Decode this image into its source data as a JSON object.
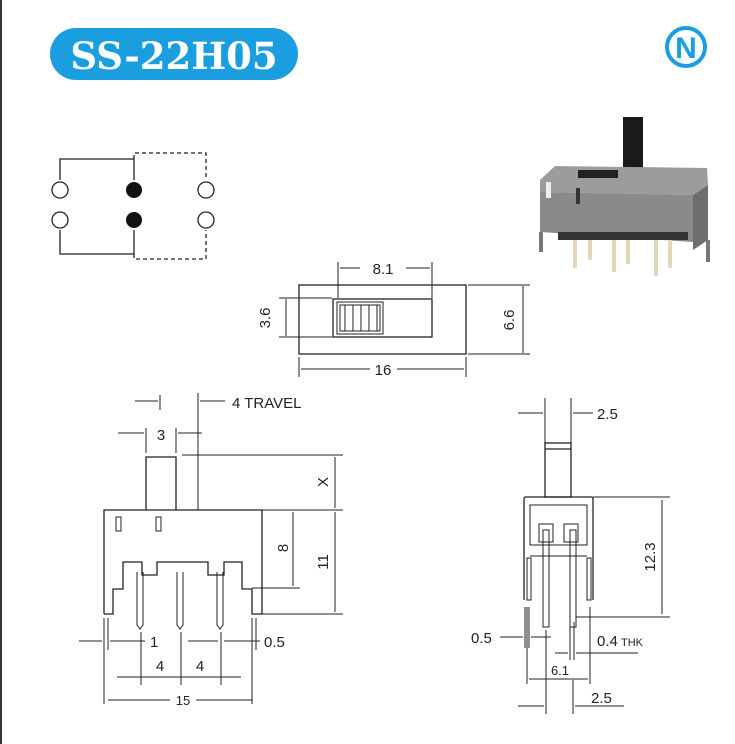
{
  "title": "SS-22H05",
  "brand_logo_letter": "N",
  "colors": {
    "accent": "#1a9ee0",
    "line": "#222222"
  },
  "top_view": {
    "width_16": "16",
    "height_6_6": "6.6",
    "slot_8_1": "8.1",
    "slot_3_6": "3.6"
  },
  "side_view": {
    "travel": "4 TRAVEL",
    "actuator_width": "3",
    "actuator_height": "X",
    "height_8": "8",
    "height_11": "11",
    "pin_width": "1",
    "thk": "0.5",
    "pitch_left": "4",
    "pitch_right": "4",
    "total_width": "15"
  },
  "front_view": {
    "actuator_width": "2.5",
    "height": "12.3",
    "pin_width": "0.5",
    "pin_thk": "0.4",
    "thk_label": "THK",
    "pin_span": "6.1",
    "pin_pitch": "2.5"
  }
}
